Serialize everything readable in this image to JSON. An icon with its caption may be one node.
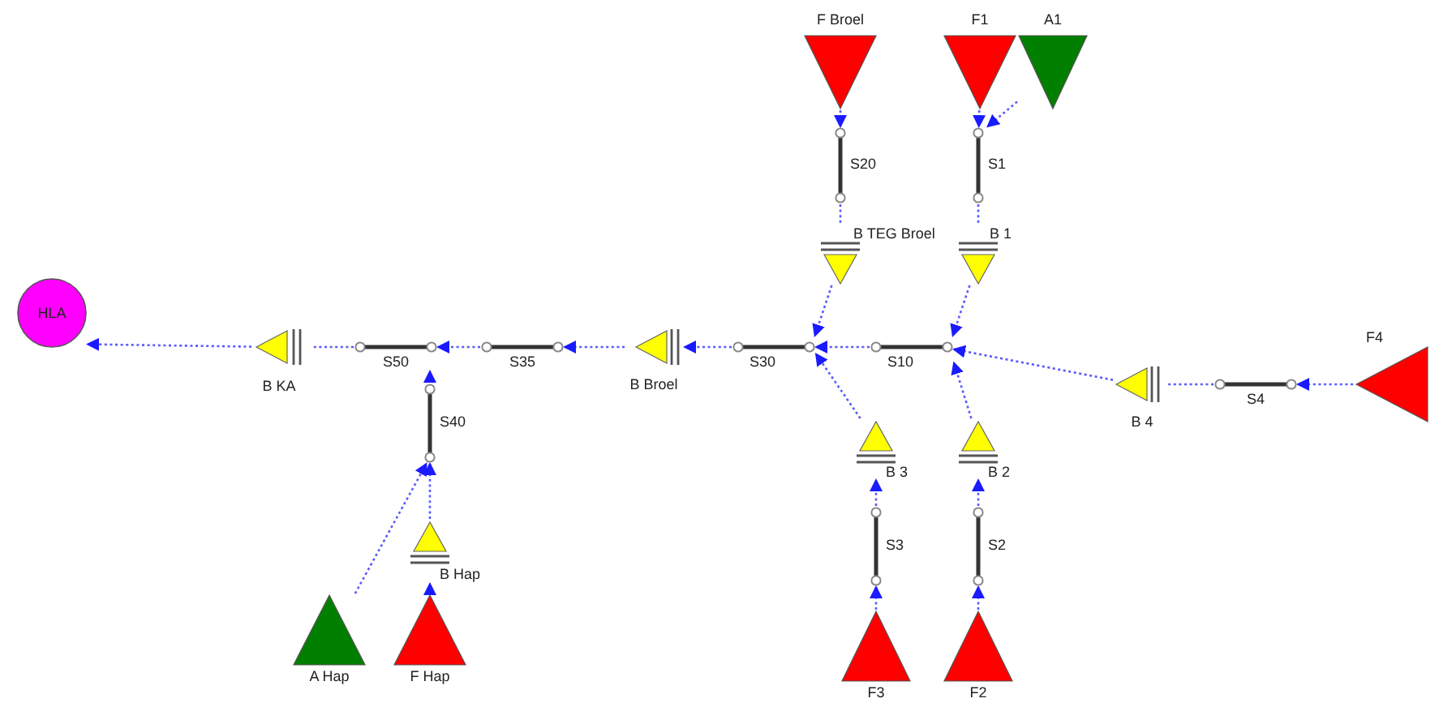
{
  "diagram": {
    "nodes": [
      {
        "text": [
          "F Broel"
        ]
      },
      {
        "text": [
          "F1"
        ]
      },
      {
        "text": [
          "A1"
        ]
      },
      {
        "text": [
          "S20"
        ]
      },
      {
        "text": [
          "S1"
        ]
      },
      {
        "text": [
          "B TEG Broel"
        ]
      },
      {
        "text": [
          "B 1"
        ]
      },
      {
        "text": [
          "HLA"
        ]
      },
      {
        "text": [
          "F4"
        ]
      },
      {
        "text": [
          "B KA"
        ]
      },
      {
        "text": [
          "S50"
        ]
      },
      {
        "text": [
          "S35"
        ]
      },
      {
        "text": [
          "B Broel"
        ]
      },
      {
        "text": [
          "S30"
        ]
      },
      {
        "text": [
          "S10"
        ]
      },
      {
        "text": [
          "B 4"
        ]
      },
      {
        "text": [
          "S4"
        ]
      },
      {
        "text": [
          "S40"
        ]
      },
      {
        "text": [
          "B 3"
        ]
      },
      {
        "text": [
          "B 2"
        ]
      },
      {
        "text": [
          "S3"
        ]
      },
      {
        "text": [
          "S2"
        ]
      },
      {
        "text": [
          "B Hap"
        ]
      },
      {
        "text": [
          "A Hap"
        ]
      },
      {
        "text": [
          "F Hap"
        ]
      },
      {
        "text": [
          "F3"
        ]
      },
      {
        "text": [
          "F2"
        ]
      }
    ],
    "edges": [
      {
        "from": 0,
        "to": 3,
        "arrow": "to"
      },
      {
        "from": 1,
        "to": 4,
        "arrow": "to"
      },
      {
        "from": 2,
        "to": 4,
        "arrow": "to"
      },
      {
        "from": 3,
        "to": 5,
        "arrow": "none"
      },
      {
        "from": 4,
        "to": 6,
        "arrow": "none"
      },
      {
        "from": 5,
        "to": 13,
        "arrow": "to"
      },
      {
        "from": 6,
        "to": 14,
        "arrow": "to"
      },
      {
        "from": 14,
        "to": 13,
        "arrow": "to"
      },
      {
        "from": 15,
        "to": 14,
        "arrow": "to"
      },
      {
        "from": 8,
        "to": 16,
        "arrow": "to"
      },
      {
        "from": 16,
        "to": 15,
        "arrow": "none"
      },
      {
        "from": 13,
        "to": 12,
        "arrow": "to"
      },
      {
        "from": 12,
        "to": 11,
        "arrow": "to"
      },
      {
        "from": 11,
        "to": 10,
        "arrow": "to"
      },
      {
        "from": 10,
        "to": 9,
        "arrow": "none"
      },
      {
        "from": 9,
        "to": 7,
        "arrow": "to"
      },
      {
        "from": 17,
        "to": 10,
        "arrow": "to"
      },
      {
        "from": 23,
        "to": 17,
        "arrow": "to"
      },
      {
        "from": 22,
        "to": 17,
        "arrow": "to"
      },
      {
        "from": 24,
        "to": 22,
        "arrow": "to"
      },
      {
        "from": 18,
        "to": 13,
        "arrow": "to"
      },
      {
        "from": 19,
        "to": 14,
        "arrow": "to"
      },
      {
        "from": 25,
        "to": 20,
        "arrow": "to"
      },
      {
        "from": 20,
        "to": 18,
        "arrow": "to"
      },
      {
        "from": 26,
        "to": 21,
        "arrow": "to"
      },
      {
        "from": 21,
        "to": 19,
        "arrow": "to"
      }
    ]
  }
}
